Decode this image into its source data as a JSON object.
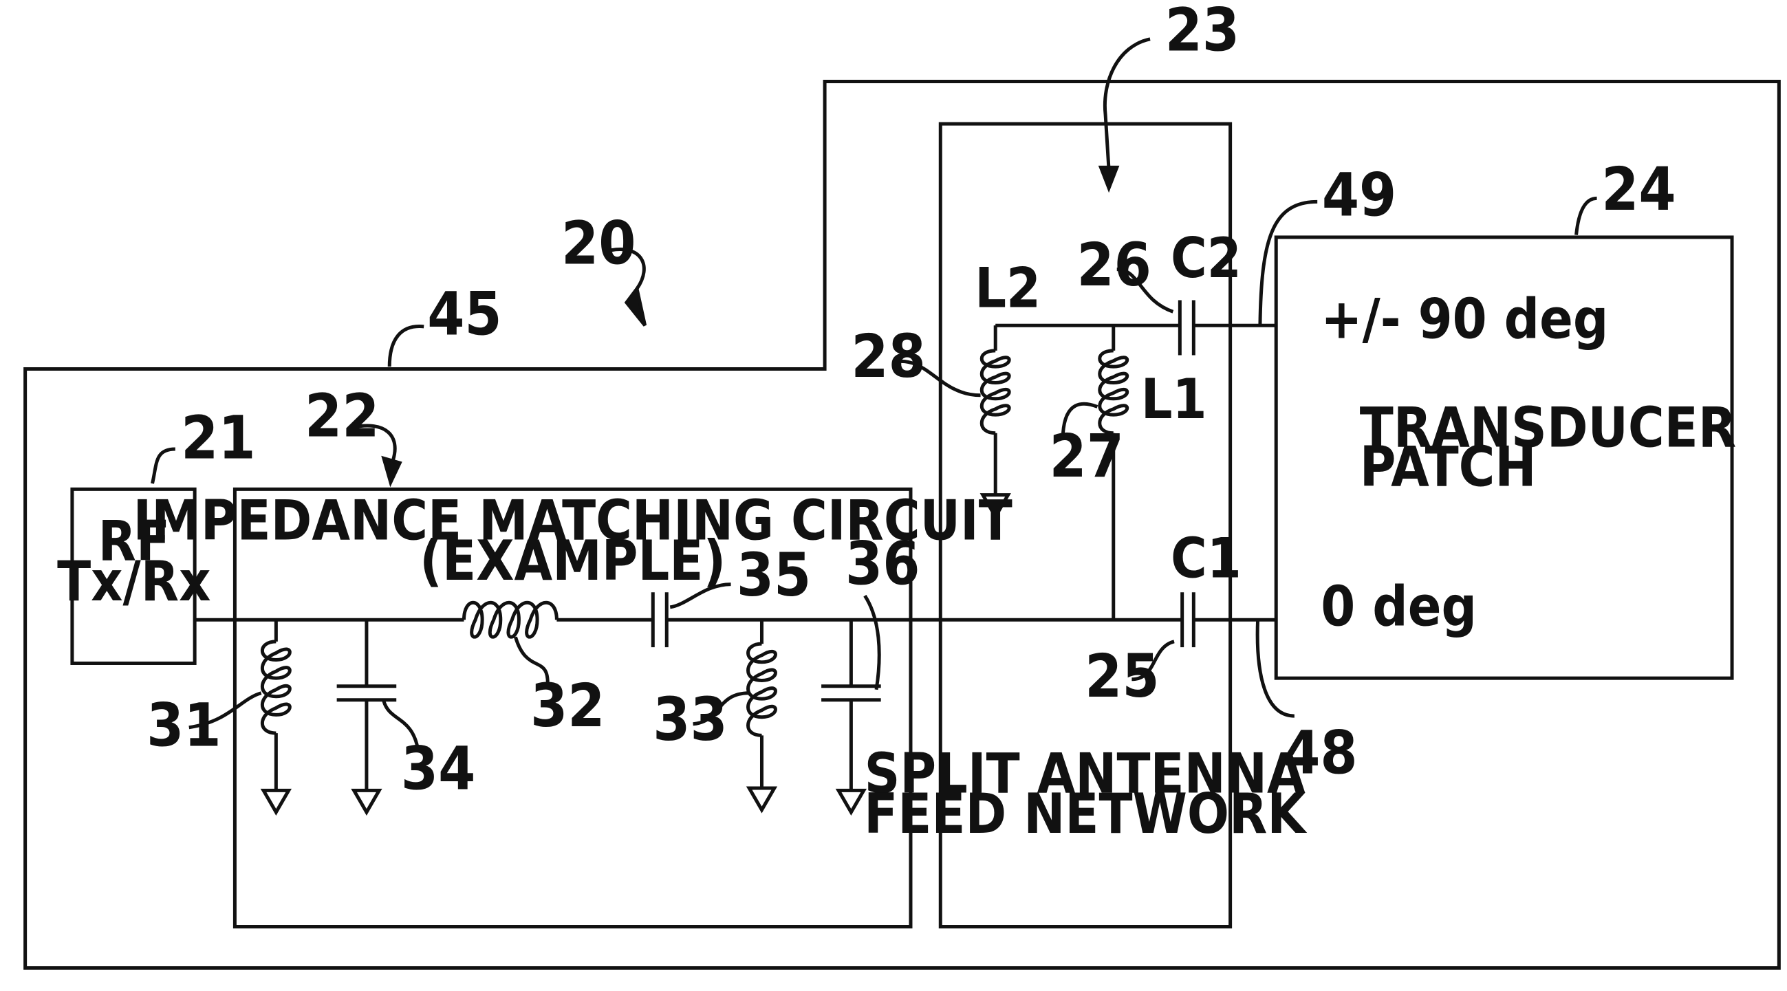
{
  "diagram": {
    "refs": {
      "r20": "20",
      "r21": "21",
      "r22": "22",
      "r23": "23",
      "r24": "24",
      "r25": "25",
      "r26": "26",
      "r27": "27",
      "r28": "28",
      "r31": "31",
      "r32": "32",
      "r33": "33",
      "r34": "34",
      "r35": "35",
      "r36": "36",
      "r45": "45",
      "r48": "48",
      "r49": "49"
    },
    "rf_block": {
      "line1": "RF",
      "line2": "Tx/Rx"
    },
    "matching_block": {
      "line1": "IMPEDANCE MATCHING CIRCUIT",
      "line2": "(EXAMPLE)"
    },
    "split_block": {
      "line1": "SPLIT ANTENNA",
      "line2": "FEED NETWORK"
    },
    "transducer_block": {
      "line1": "TRANSDUCER",
      "line2": "PATCH",
      "port_top": "+/- 90 deg",
      "port_bottom": "0 deg"
    },
    "components": {
      "l1": "L1",
      "l2": "L2",
      "c1": "C1",
      "c2": "C2"
    }
  }
}
